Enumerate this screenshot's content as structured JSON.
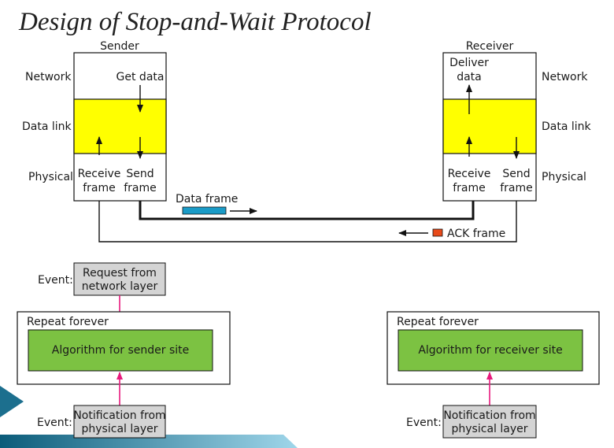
{
  "title": "Design of Stop-and-Wait Protocol",
  "layers": {
    "network": "Network",
    "data_link": "Data link",
    "physical": "Physical"
  },
  "sender": {
    "label": "Sender",
    "get_data": "Get data",
    "receive_frame": [
      "Receive",
      "frame"
    ],
    "send_frame": [
      "Send",
      "frame"
    ]
  },
  "receiver": {
    "label": "Receiver",
    "deliver_data": [
      "Deliver",
      "data"
    ],
    "receive_frame": [
      "Receive",
      "frame"
    ],
    "send_frame": [
      "Send",
      "frame"
    ]
  },
  "links": {
    "data_frame": "Data frame",
    "ack_frame": "ACK frame"
  },
  "sender_algo": {
    "event_label": "Event:",
    "top_event": [
      "Request from",
      "network layer"
    ],
    "repeat": "Repeat forever",
    "algorithm": "Algorithm for sender site",
    "bottom_event": [
      "Notification from",
      "physical layer"
    ]
  },
  "receiver_algo": {
    "repeat": "Repeat forever",
    "algorithm": "Algorithm for receiver site",
    "event_label": "Event:",
    "bottom_event": [
      "Notification from",
      "physical layer"
    ]
  },
  "colors": {
    "data_link_fill": "#ffff00",
    "algorithm_fill": "#7cc242",
    "event_fill": "#d4d4d4",
    "arrow_magenta": "#e8197d",
    "data_frame_color": "#1a9bc7",
    "ack_frame_color": "#e84a1a"
  }
}
